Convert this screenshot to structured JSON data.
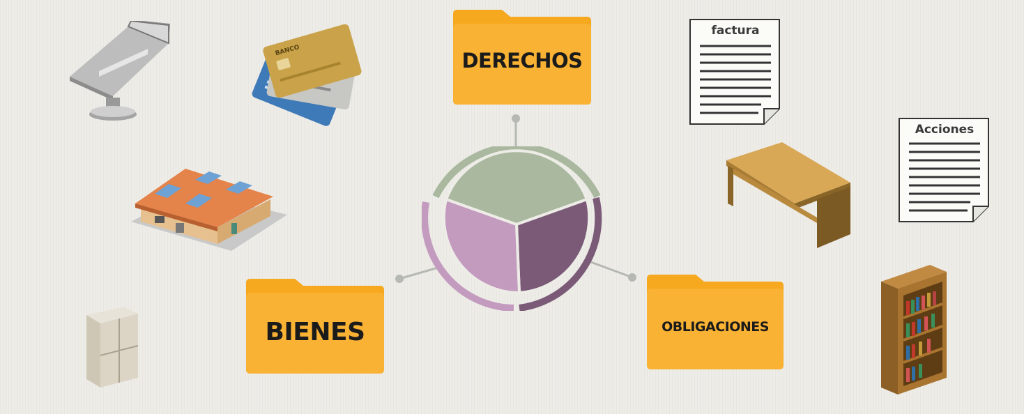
{
  "folders": {
    "derechos": "DERECHOS",
    "bienes": "BIENES",
    "obligaciones": "OBLIGACIONES"
  },
  "documents": {
    "factura": "factura",
    "acciones": "Acciones"
  },
  "card_text": "BANCO",
  "colors": {
    "background": "#edece7",
    "folder": "#f9b233",
    "folder_tab": "#f6a81e",
    "segment_top": "#a9b89e",
    "segment_left": "#c39bbf",
    "segment_right": "#7b5a78",
    "connector": "#b5b8b3"
  },
  "icons": [
    "laptop-icon",
    "credit-cards-icon",
    "house-icon",
    "cabinet-icon",
    "invoice-document-icon",
    "desk-icon",
    "shares-document-icon",
    "bookshelf-icon"
  ]
}
